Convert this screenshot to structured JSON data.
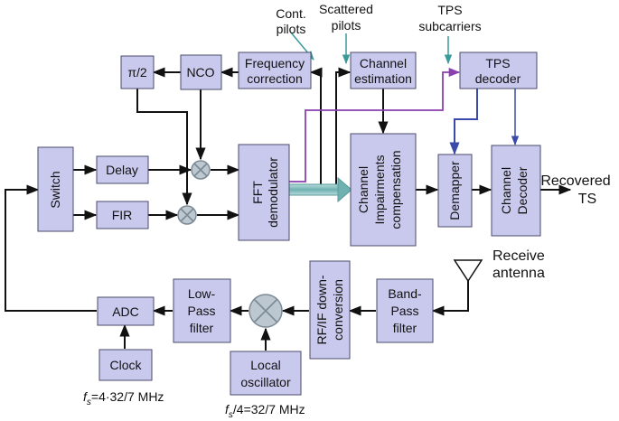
{
  "blocks": {
    "switch": "Switch",
    "delay": "Delay",
    "fir": "FIR",
    "nco": "NCO",
    "pi2": "π/2",
    "freq_corr": [
      "Frequency",
      "correction"
    ],
    "fft": [
      "FFT",
      "demodulator"
    ],
    "chan_est": [
      "Channel",
      "estimation"
    ],
    "chan_comp": [
      "Channel",
      "Impairments",
      "compensation"
    ],
    "tps_dec": [
      "TPS",
      "decoder"
    ],
    "demapper": "Demapper",
    "chan_dec": [
      "Channel",
      "Decoder"
    ],
    "adc": "ADC",
    "clock": "Clock",
    "lpf": [
      "Low-",
      "Pass",
      "filter"
    ],
    "local_osc": [
      "Local",
      "oscillator"
    ],
    "rfif": [
      "RF/IF down-",
      "conversion"
    ],
    "bpf": [
      "Band-",
      "Pass",
      "filter"
    ]
  },
  "labels": {
    "cont_pilots": [
      "Cont.",
      "pilots"
    ],
    "scattered_pilots": [
      "Scattered",
      "pilots"
    ],
    "tps_subcarriers": [
      "TPS",
      "subcarriers"
    ],
    "recovered": [
      "Recovered",
      "TS"
    ],
    "receive_antenna": [
      "Receive",
      "antenna"
    ],
    "fs_sym": "f",
    "fs_sub": "s",
    "fs_main": "=4·32/7 MHz",
    "fs4_sym": "f",
    "fs4_sub": "s",
    "fs4_main": "/4=32/7 MHz"
  },
  "colors": {
    "block_fill": "#c9c9ee",
    "block_stroke": "#4a4a6a",
    "teal_arrow": "#3a9a9a",
    "purple_line": "#8a3fb0",
    "blue_line": "#3a4aa8",
    "mixer": "#bcc7cf"
  }
}
